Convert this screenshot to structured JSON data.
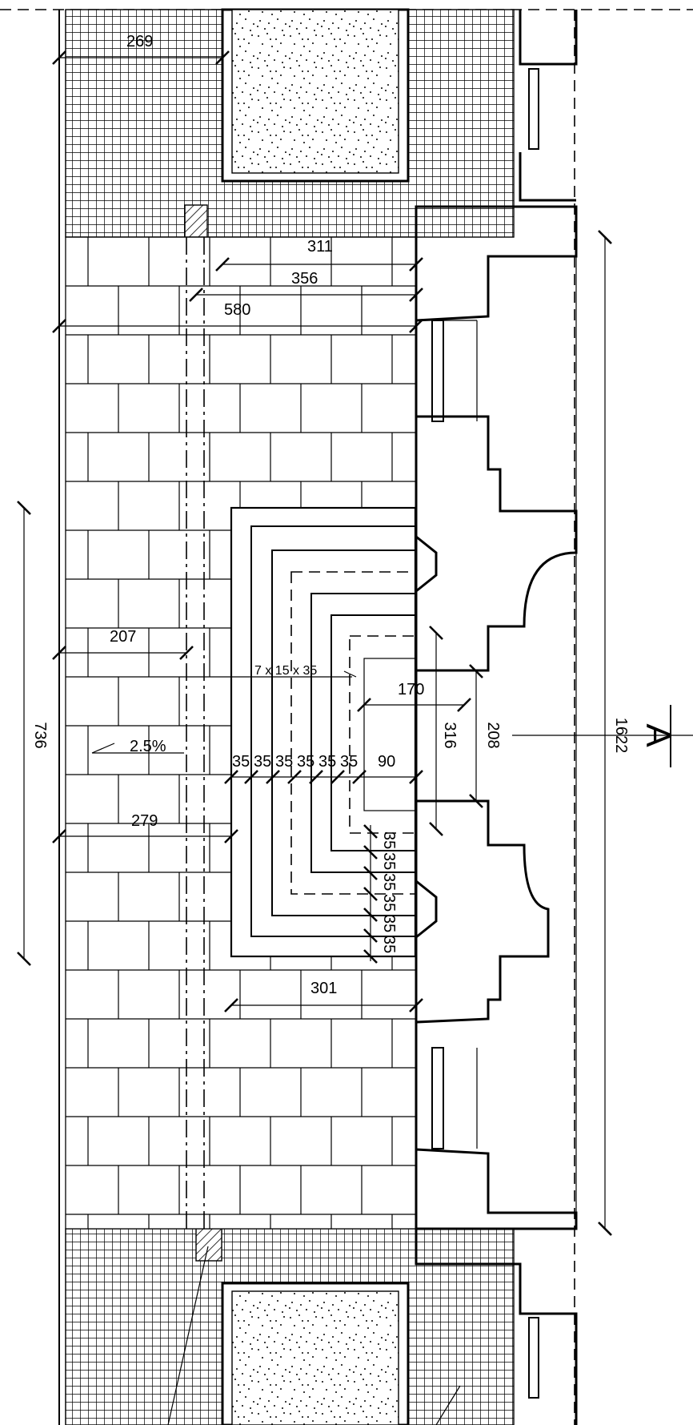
{
  "dimensions": {
    "top_width": "269",
    "d311": "311",
    "d356": "356",
    "d580": "580",
    "d207": "207",
    "slope": "2.5%",
    "d279": "279",
    "d736": "736",
    "d301": "301",
    "d170": "170",
    "d316": "316",
    "d208": "208",
    "d90": "90",
    "d1622": "1622",
    "steps_note": "7 x 15 x 35",
    "step_size": "35"
  },
  "section_marker": "A",
  "colors": {
    "ink": "#000000",
    "paper": "#ffffff"
  },
  "patterns": [
    "fine-grid-hatch",
    "stipple-fill",
    "diagonal-hatch",
    "brick-courses"
  ]
}
